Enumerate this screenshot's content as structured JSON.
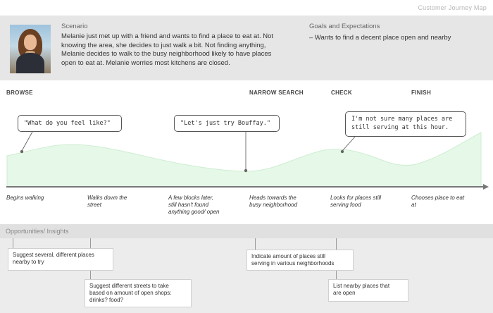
{
  "header": {
    "map_title": "Customer Journey Map",
    "scenario_title": "Scenario",
    "scenario_text": "Melanie just met up with a friend and wants to find a place to eat at. Not knowing the area, she decides to just walk a bit. Not finding anything, Melanie decides to walk to the busy neighborhood likely to have places open to eat at. Melanie worries most kitchens are closed.",
    "goals_title": "Goals and Expectations",
    "goals_text": "– Wants to find a decent place open and nearby"
  },
  "stages": [
    {
      "label": "BROWSE"
    },
    {
      "label": "NARROW SEARCH"
    },
    {
      "label": "CHECK"
    },
    {
      "label": "FINISH"
    }
  ],
  "bubbles": [
    {
      "text": "\"What do you feel like?\""
    },
    {
      "text": "\"Let's just try Bouffay.\""
    },
    {
      "line1": "I'm not sure many places are",
      "line2": "still serving at this hour."
    }
  ],
  "actions": [
    {
      "text": "Begins walking"
    },
    {
      "line1": "Walks down the",
      "line2": "street"
    },
    {
      "line1": "A few blocks later,",
      "line2": "still hasn't found",
      "line3": "anything good/ open"
    },
    {
      "line1": "Heads towards the",
      "line2": "busy neighborhood"
    },
    {
      "line1": "Looks for places still",
      "line2": "serving food"
    },
    {
      "line1": "Chooses place to eat",
      "line2": "at"
    }
  ],
  "insights": {
    "title": "Opportunities/ Insights",
    "cards": [
      {
        "line1": "Suggest several, different  places",
        "line2": "nearby to try"
      },
      {
        "line1": "Suggest different streets to take",
        "line2": "based on amount of open shops:",
        "line3": "drinks? food?"
      },
      {
        "line1": "Indicate amount of places still",
        "line2": "serving in various neighborhoods"
      },
      {
        "line1": "List nearby places that",
        "line2": "are open"
      }
    ]
  },
  "colors": {
    "curve_fill": "#e6f8e8",
    "curve_stroke": "#cdeed2",
    "timeline": "#777777",
    "band": "#e6e6e6"
  }
}
